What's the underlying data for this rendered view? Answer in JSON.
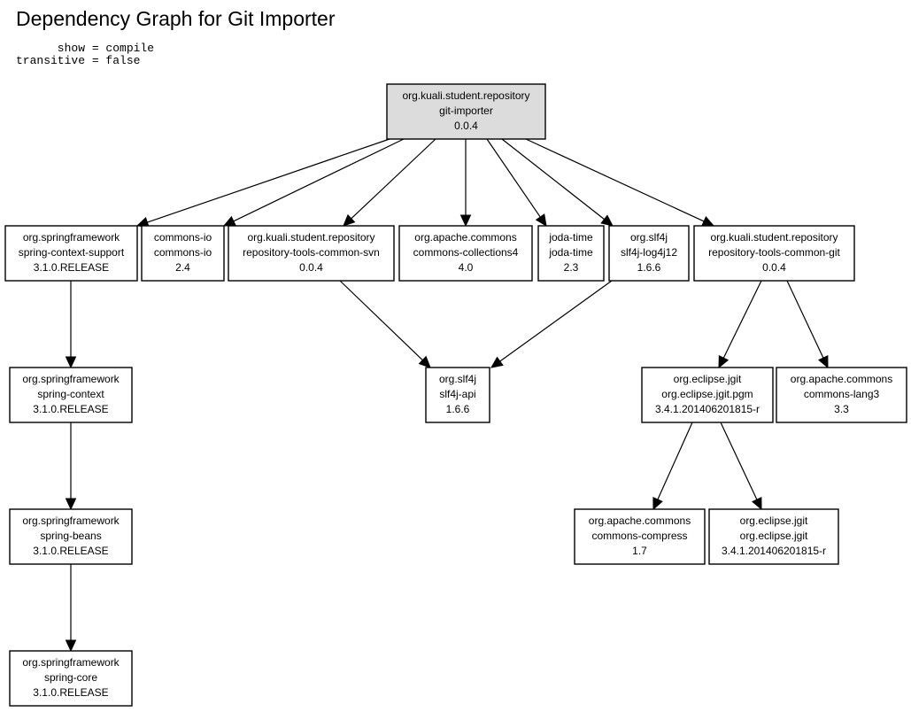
{
  "title": "Dependency Graph for Git Importer",
  "params_lines": [
    "      show = compile",
    "transitive = false"
  ],
  "nodes": [
    {
      "id": "root",
      "lines": [
        "org.kuali.student.repository",
        "git-importer",
        "0.0.4"
      ],
      "highlight": true
    },
    {
      "id": "spring-context-support",
      "lines": [
        "org.springframework",
        "spring-context-support",
        "3.1.0.RELEASE"
      ]
    },
    {
      "id": "commons-io",
      "lines": [
        "commons-io",
        "commons-io",
        "2.4"
      ]
    },
    {
      "id": "common-svn",
      "lines": [
        "org.kuali.student.repository",
        "repository-tools-common-svn",
        "0.0.4"
      ]
    },
    {
      "id": "commons-collections4",
      "lines": [
        "org.apache.commons",
        "commons-collections4",
        "4.0"
      ]
    },
    {
      "id": "joda-time",
      "lines": [
        "joda-time",
        "joda-time",
        "2.3"
      ]
    },
    {
      "id": "slf4j-log4j12",
      "lines": [
        "org.slf4j",
        "slf4j-log4j12",
        "1.6.6"
      ]
    },
    {
      "id": "common-git",
      "lines": [
        "org.kuali.student.repository",
        "repository-tools-common-git",
        "0.0.4"
      ]
    },
    {
      "id": "spring-context",
      "lines": [
        "org.springframework",
        "spring-context",
        "3.1.0.RELEASE"
      ]
    },
    {
      "id": "slf4j-api",
      "lines": [
        "org.slf4j",
        "slf4j-api",
        "1.6.6"
      ]
    },
    {
      "id": "jgit-pgm",
      "lines": [
        "org.eclipse.jgit",
        "org.eclipse.jgit.pgm",
        "3.4.1.201406201815-r"
      ]
    },
    {
      "id": "commons-lang3",
      "lines": [
        "org.apache.commons",
        "commons-lang3",
        "3.3"
      ]
    },
    {
      "id": "spring-beans",
      "lines": [
        "org.springframework",
        "spring-beans",
        "3.1.0.RELEASE"
      ]
    },
    {
      "id": "commons-compress",
      "lines": [
        "org.apache.commons",
        "commons-compress",
        "1.7"
      ]
    },
    {
      "id": "jgit",
      "lines": [
        "org.eclipse.jgit",
        "org.eclipse.jgit",
        "3.4.1.201406201815-r"
      ]
    },
    {
      "id": "spring-core",
      "lines": [
        "org.springframework",
        "spring-core",
        "3.1.0.RELEASE"
      ]
    }
  ],
  "edges": [
    {
      "from": "root",
      "to": "spring-context-support"
    },
    {
      "from": "root",
      "to": "commons-io"
    },
    {
      "from": "root",
      "to": "common-svn"
    },
    {
      "from": "root",
      "to": "commons-collections4"
    },
    {
      "from": "root",
      "to": "joda-time"
    },
    {
      "from": "root",
      "to": "slf4j-log4j12"
    },
    {
      "from": "root",
      "to": "common-git"
    },
    {
      "from": "spring-context-support",
      "to": "spring-context"
    },
    {
      "from": "spring-context",
      "to": "spring-beans"
    },
    {
      "from": "spring-beans",
      "to": "spring-core"
    },
    {
      "from": "common-svn",
      "to": "slf4j-api"
    },
    {
      "from": "slf4j-log4j12",
      "to": "slf4j-api"
    },
    {
      "from": "common-git",
      "to": "jgit-pgm"
    },
    {
      "from": "common-git",
      "to": "commons-lang3"
    },
    {
      "from": "jgit-pgm",
      "to": "commons-compress"
    },
    {
      "from": "jgit-pgm",
      "to": "jgit"
    }
  ],
  "colors": {
    "root_fill": "#dcdcdc",
    "node_fill": "#ffffff",
    "stroke": "#000000"
  }
}
